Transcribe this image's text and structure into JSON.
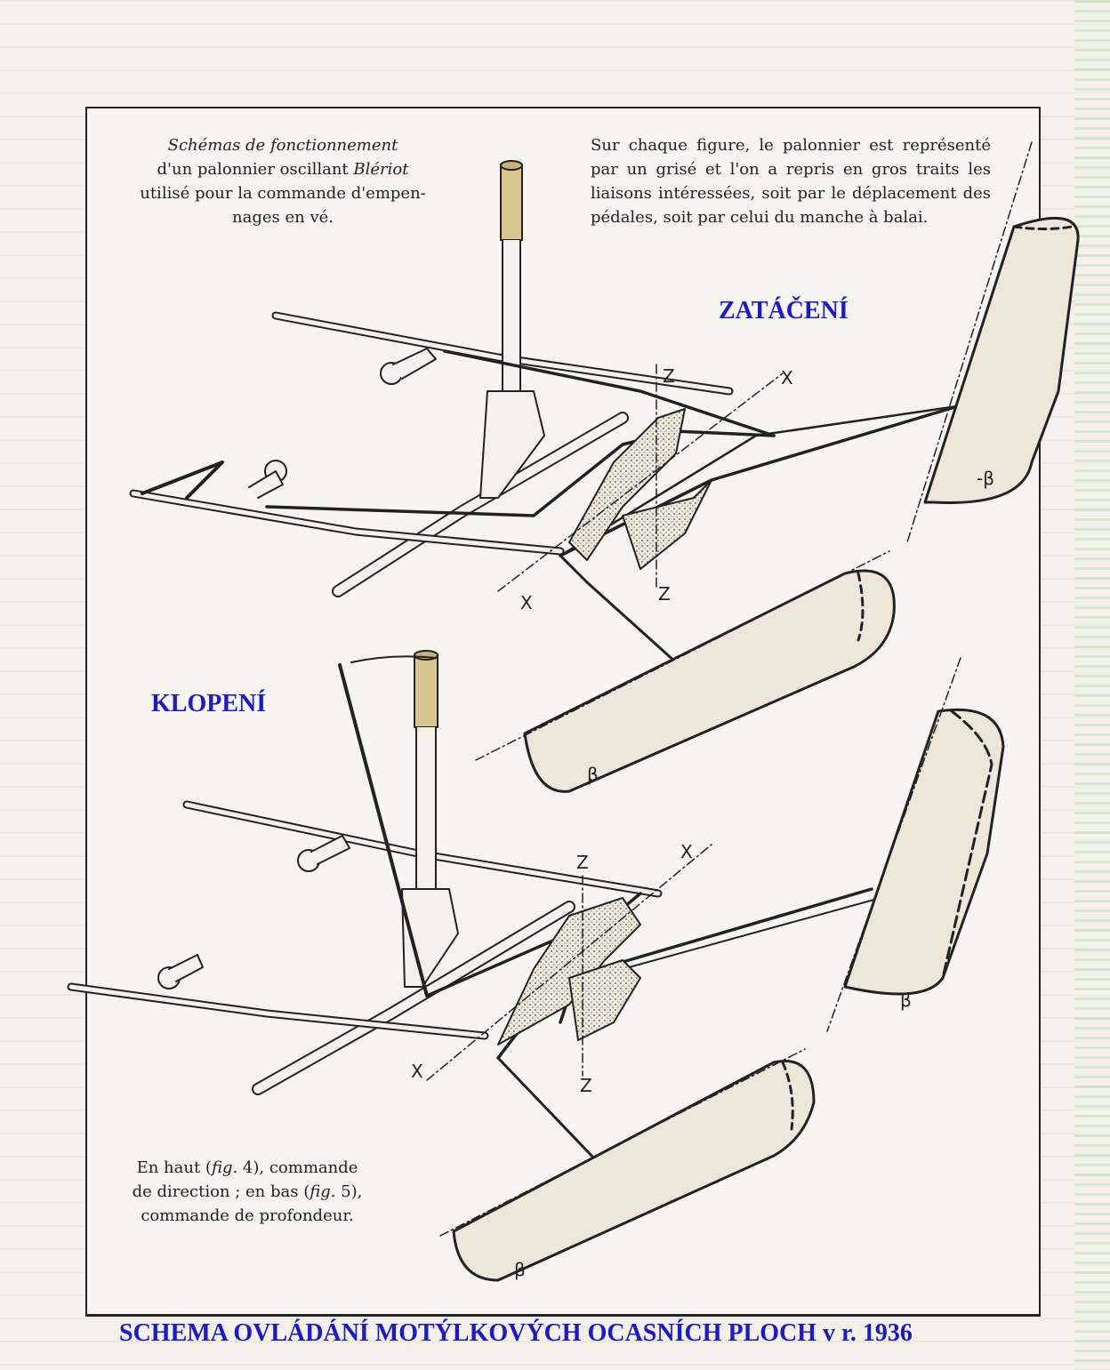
{
  "caption_top_left": {
    "line1": "Schémas de fonctionnement",
    "line2_pre": "d'un palonnier oscillant",
    "line2_italic": "Blériot",
    "line3": "utilisé pour la commande d'empen-",
    "line4": "nages en vé."
  },
  "caption_top_right": {
    "text": "Sur chaque figure, le palonnier est représenté par un grisé et l'on a repris en gros traits les liaisons intéressées, soit par le déplacement des pédales, soit par celui du manche à balai."
  },
  "caption_bottom_left": {
    "p1": "En haut (",
    "fig4": "fig.",
    "p2": " 4), commande de direction ; en bas (",
    "fig5": "fig.",
    "p3": " 5), commande de profondeur."
  },
  "labels": {
    "zataceni": "ZATÁČENÍ",
    "klopeni": "KLOPENÍ",
    "axis_z": "Z",
    "axis_x": "X",
    "beta": "β",
    "minus_beta": "-β"
  },
  "title": "SCHEMA OVLÁDÁNÍ  MOTÝLKOVÝCH  OCASNÍCH  PLOCH  v r. 1936",
  "colors": {
    "title_blue": "#1a1acc",
    "line_dark": "#222222",
    "surface_fill": "#ece7d8",
    "grip_tan": "#d9c590"
  }
}
